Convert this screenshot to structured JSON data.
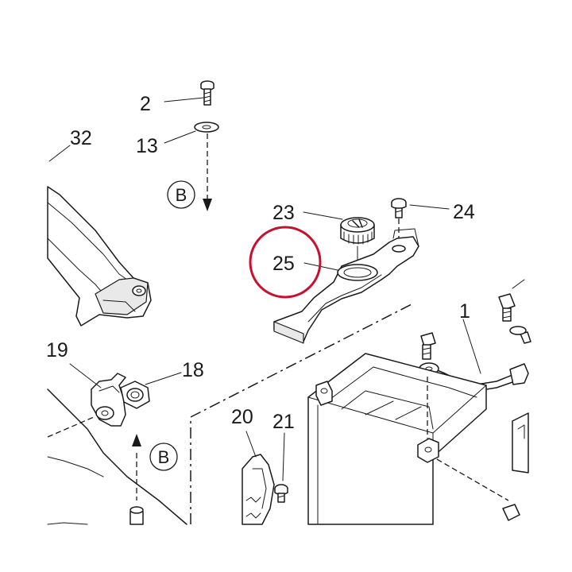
{
  "callouts": {
    "c2": "2",
    "c13": "13",
    "c32": "32",
    "c23": "23",
    "c24": "24",
    "c25": "25",
    "c1": "1",
    "c19": "19",
    "c18": "18",
    "c20": "20",
    "c21": "21"
  },
  "references": {
    "b_top": "B",
    "b_bottom": "B"
  },
  "colors": {
    "highlight": "#c8102e",
    "line": "#1a1a1a",
    "background": "#ffffff"
  }
}
